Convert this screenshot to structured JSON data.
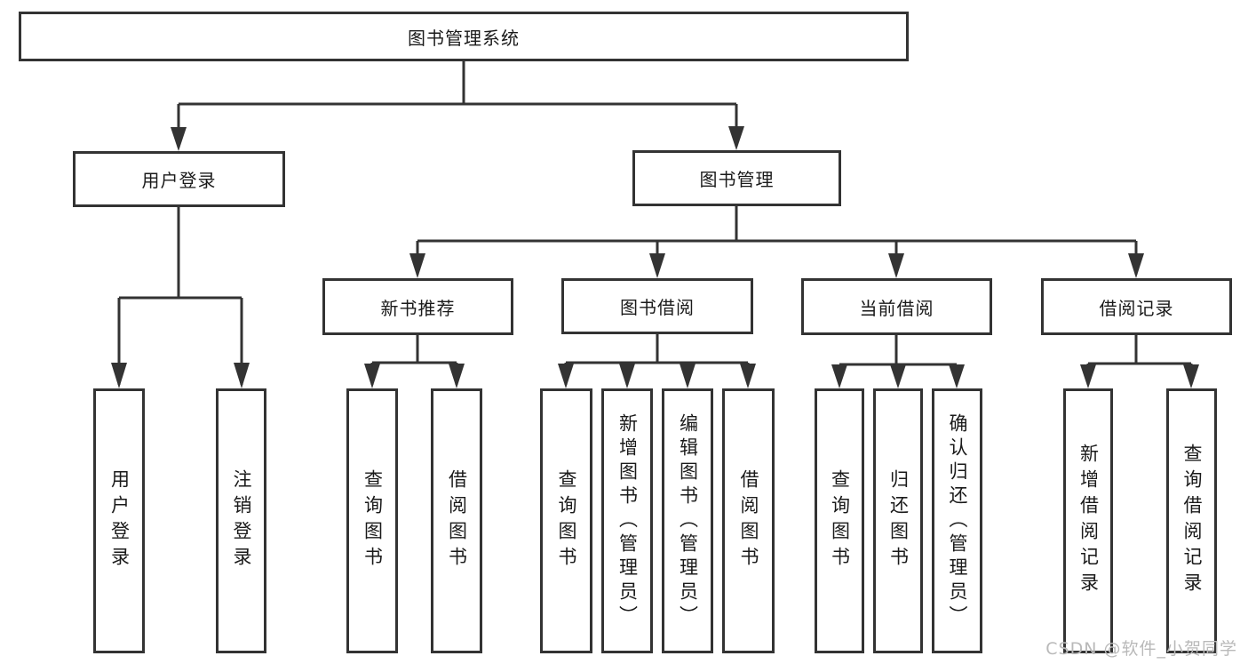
{
  "tree": {
    "label": "图书管理系统",
    "children": [
      {
        "label": "用户登录",
        "children": [
          {
            "label": "用户登录"
          },
          {
            "label": "注销登录"
          }
        ]
      },
      {
        "label": "图书管理",
        "children": [
          {
            "label": "新书推荐",
            "children": [
              {
                "label": "查询图书"
              },
              {
                "label": "借阅图书"
              }
            ]
          },
          {
            "label": "图书借阅",
            "children": [
              {
                "label": "查询图书"
              },
              {
                "label": "新增图书（管理员）"
              },
              {
                "label": "编辑图书（管理员）"
              },
              {
                "label": "借阅图书"
              }
            ]
          },
          {
            "label": "当前借阅",
            "children": [
              {
                "label": "查询图书"
              },
              {
                "label": "归还图书"
              },
              {
                "label": "确认归还（管理员）"
              }
            ]
          },
          {
            "label": "借阅记录",
            "children": [
              {
                "label": "新增借阅记录"
              },
              {
                "label": "查询借阅记录"
              }
            ]
          }
        ]
      }
    ]
  },
  "watermark": {
    "text": "CSDN @软件_小贺同学"
  },
  "colors": {
    "line": "#333333",
    "text": "#1a1a1a",
    "background": "#ffffff",
    "watermark": "#b9b9b9"
  }
}
